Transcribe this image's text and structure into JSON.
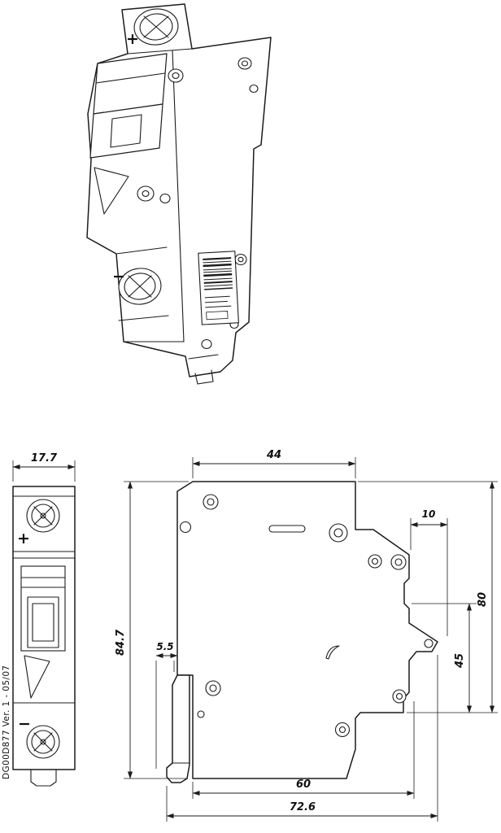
{
  "drawing": {
    "doc_ref": "DG00D877 Ver. 1 - 05/07",
    "iso_view": {
      "plus": "+",
      "minus": "−"
    },
    "front_view": {
      "width": "17.7",
      "plus": "+",
      "minus": "−"
    },
    "side_view": {
      "top_width": "44",
      "latch_depth": "10",
      "overall_height": "84.7",
      "clip_offset": "5.5",
      "lower_right_height": "45",
      "right_height": "80",
      "bottom_width": "60",
      "overall_width": "72.6"
    }
  }
}
